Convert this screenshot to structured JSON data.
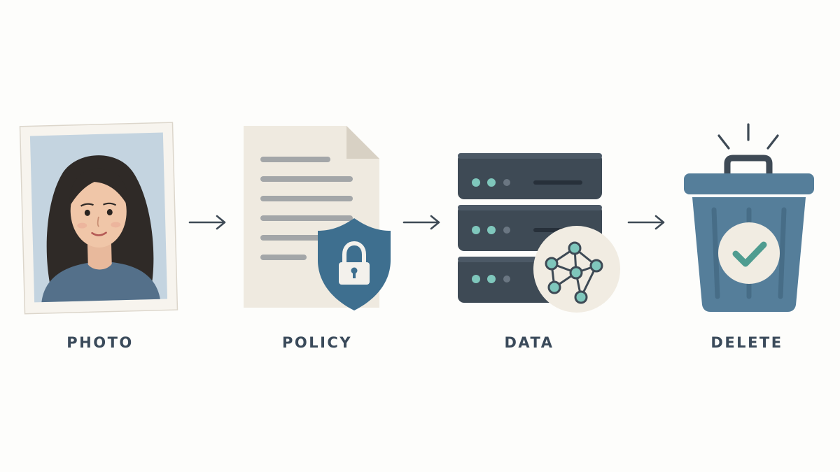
{
  "steps": [
    {
      "label": "PHOTO",
      "icon": "portrait-photo-icon"
    },
    {
      "label": "POLICY",
      "icon": "policy-document-lock-icon"
    },
    {
      "label": "DATA",
      "icon": "server-stack-network-icon"
    },
    {
      "label": "DELETE",
      "icon": "trash-can-check-icon"
    }
  ],
  "colors": {
    "label": "#3a4a5a",
    "slate": "#3e4a55",
    "shield_blue": "#3e6f8f",
    "trash_blue": "#557e9a",
    "teal": "#5fa8a0",
    "paper": "#efeae0",
    "background": "#fdfdfb"
  }
}
